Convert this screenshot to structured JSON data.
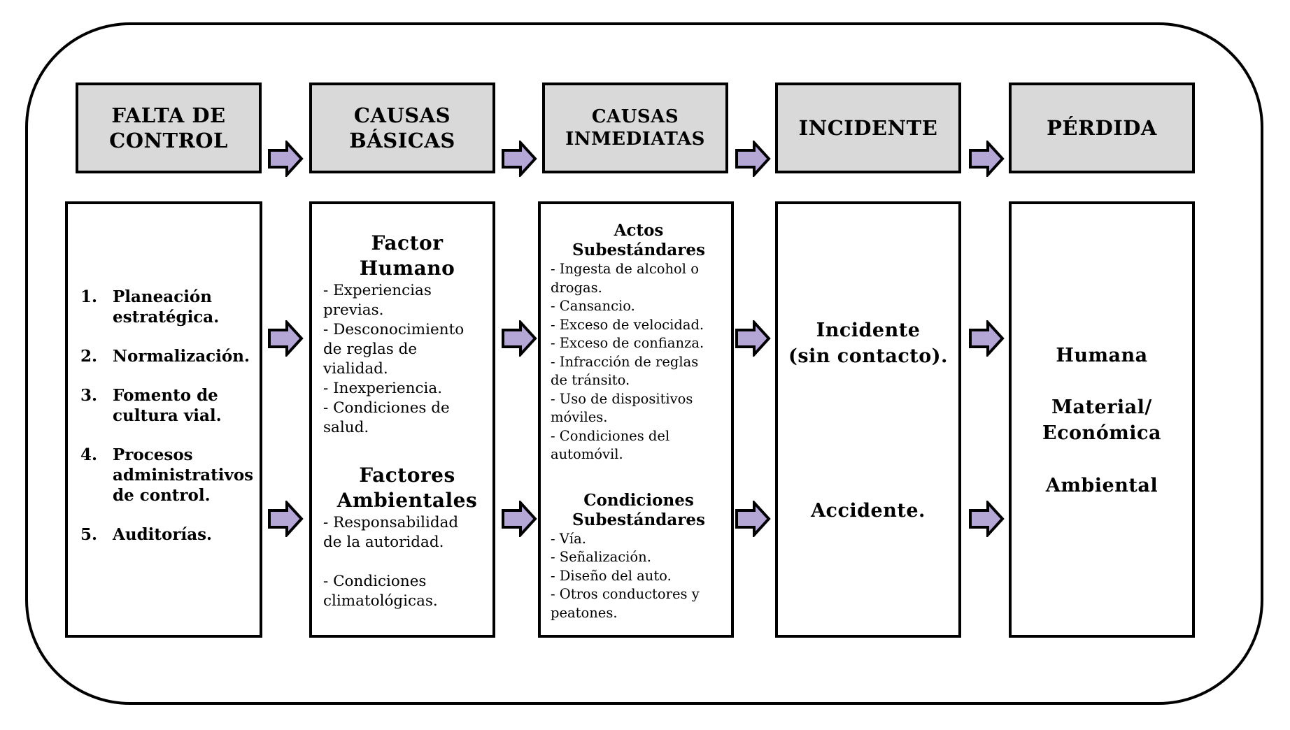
{
  "colors": {
    "header_fill": "#d9d9d9",
    "arrow_fill": "#b4a7d6",
    "border": "#000000"
  },
  "headers": {
    "h1": "FALTA DE\nCONTROL",
    "h2": "CAUSAS\nBÁSICAS",
    "h3": "CAUSAS\nINMEDIATAS",
    "h4": "INCIDENTE",
    "h5": "PÉRDIDA"
  },
  "falta_de_control": {
    "items": [
      {
        "num": "1.",
        "text": "Planeación\nestratégica."
      },
      {
        "num": "2.",
        "text": "Normalización."
      },
      {
        "num": "3.",
        "text": "Fomento de\ncultura vial."
      },
      {
        "num": "4.",
        "text": "Procesos\nadministrativos\nde control."
      },
      {
        "num": "5.",
        "text": "Auditorías."
      }
    ]
  },
  "causas_basicas": {
    "factor_humano_title": "Factor\nHumano",
    "factor_humano_items": "- Experiencias\nprevias.\n- Desconocimiento\nde reglas de\nvialidad.\n- Inexperiencia.\n- Condiciones de\nsalud.",
    "factores_ambientales_title": "Factores\nAmbientales",
    "factores_ambientales_items": "- Responsabilidad\nde la autoridad.\n\n- Condiciones\nclimatológicas."
  },
  "causas_inmediatas": {
    "actos_title": "Actos\nSubestándares",
    "actos_items": "- Ingesta de alcohol o\ndrogas.\n- Cansancio.\n- Exceso  de velocidad.\n- Exceso  de confianza.\n- Infracción de reglas\nde tránsito.\n- Uso de dispositivos\nmóviles.\n- Condiciones del\nautomóvil.",
    "condiciones_title": "Condiciones\nSubestándares",
    "condiciones_items": "- Vía.\n- Señalización.\n- Diseño del auto.\n- Otros conductores y\npeatones."
  },
  "incidente": {
    "top": "Incidente\n(sin contacto).",
    "bottom": "Accidente."
  },
  "perdida": {
    "humana": "Humana",
    "material": "Material/\nEconómica",
    "ambiental": "Ambiental"
  }
}
